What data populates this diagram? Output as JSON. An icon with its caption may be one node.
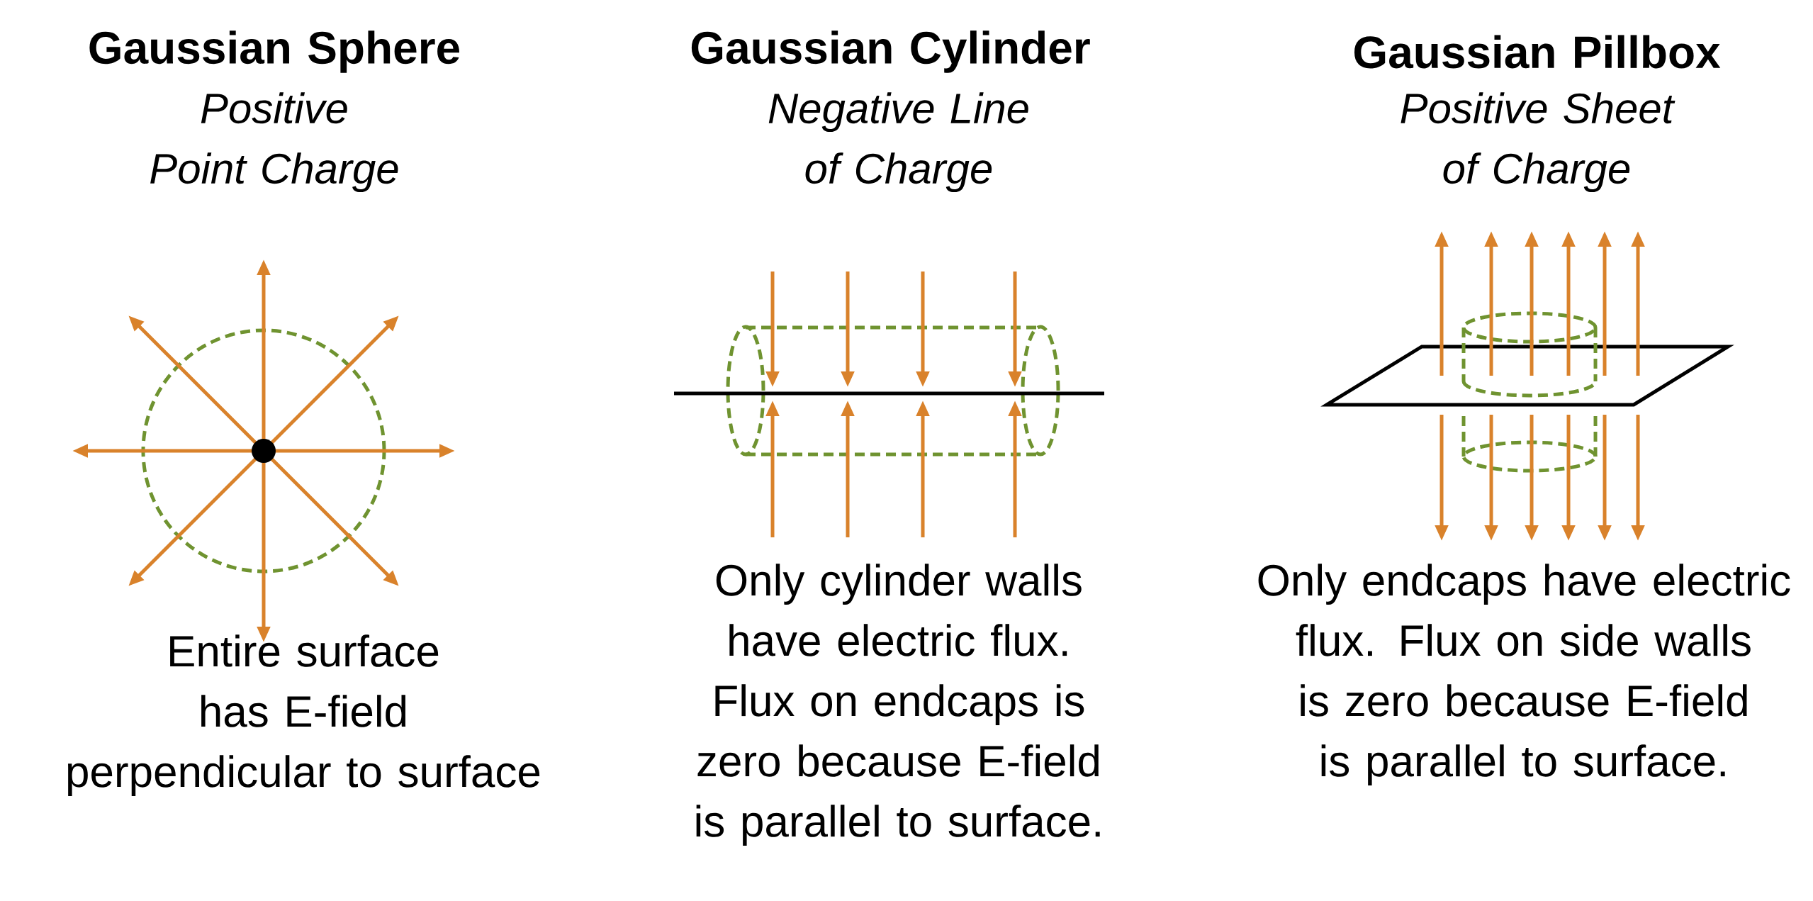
{
  "diagram": {
    "labels": [
      "Gaussian Sphere",
      "Gaussian Cylinder",
      "Gaussian Pillbox",
      "Positive Point Charge",
      "Negative Line of Charge",
      "Positive Sheet of Charge",
      "Entire surface has E-field perpendicular to surface",
      "Only cylinder walls have electric flux. Flux on endcaps is zero because E-field is parallel to surface.",
      "Only endcaps have electric flux. Flux on side walls is zero because E-field is parallel to surface."
    ]
  }
}
